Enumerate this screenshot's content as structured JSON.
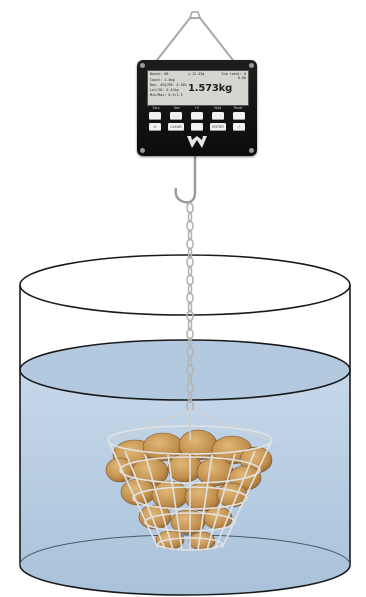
{
  "scale": {
    "status_left": "Batch: 08",
    "status_top_center": "◷ 12.43g",
    "status_right": "Sub total: 0",
    "status_right2": "0.00",
    "info_lines": [
      "Count: 1.4kg",
      "Den. ACQ/M3: 6.50%",
      "Lot/ID:  0.42kg",
      "Min/Max: 0.5/1.5"
    ],
    "weight": "1.573kg",
    "soft_labels": [
      "Zero",
      "Tare",
      "Hi",
      "Hold",
      "Reset"
    ],
    "keypad_row1": [
      "",
      "",
      "",
      "",
      ""
    ],
    "keypad_row2": [
      "⏻",
      "CLEAR",
      "",
      "ENTER",
      "⎙"
    ],
    "brand": "W"
  },
  "colors": {
    "water": "#bcd0e4",
    "water_surface": "#aac4dc",
    "tank_outline": "#1a1a1a",
    "potato": "#c99a58",
    "basket_wire": "#d8d8d8",
    "chain": "#b8b8b8"
  }
}
